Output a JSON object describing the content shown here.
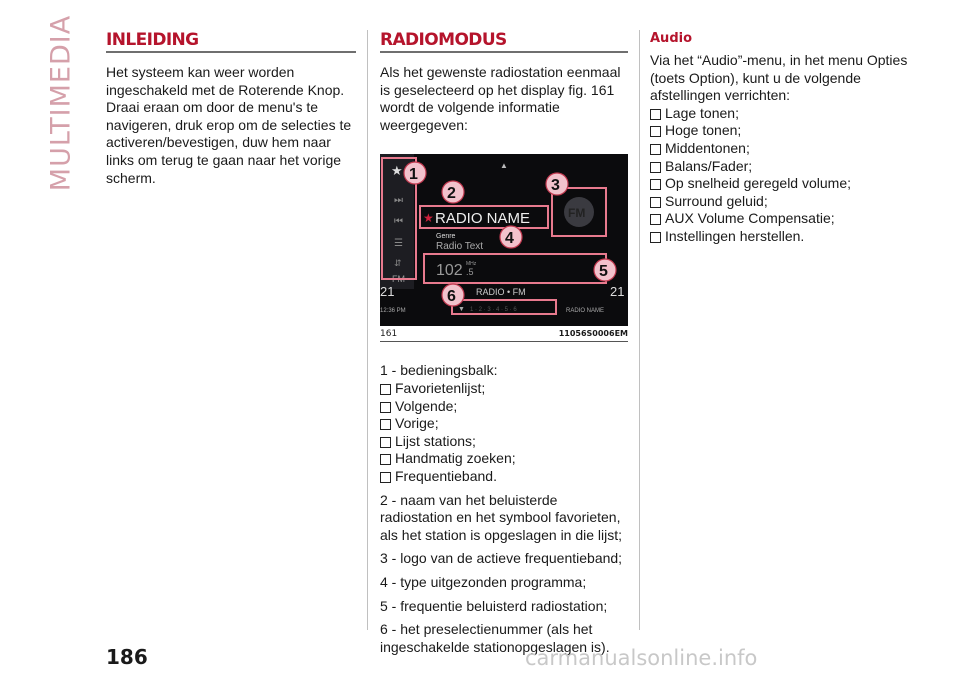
{
  "side_tab": "MULTIMEDIA",
  "inleiding": {
    "title": "INLEIDING",
    "text": "Het systeem kan weer worden ingeschakeld met de Roterende Knop. Draai eraan om door de menu's te navigeren, druk erop om de selecties te activeren/bevestigen, duw hem naar links om terug te gaan naar het vorige scherm."
  },
  "radiomodus": {
    "title": "RADIOMODUS",
    "intro": "Als het gewenste radiostation eenmaal is geselecteerd op het display fig. 161 wordt de volgende informatie weergegeven:",
    "figure": {
      "number": "161",
      "code": "11056S0006EM",
      "screen": {
        "radio_name": "RADIO NAME",
        "genre": "Genre",
        "radio_text": "Radio Text",
        "frequency": "102",
        "freq_unit": "MHz",
        "freq_decimal": ".5",
        "band": "FM",
        "side_band": "FM",
        "footer": "RADIO • FM",
        "temp_left": "21",
        "temp_right": "21",
        "clock": "12:36 PM",
        "bottom_right": "RADIO NAME",
        "callouts": [
          "1",
          "2",
          "3",
          "4",
          "5",
          "6"
        ]
      }
    },
    "item1_title": "1 - bedieningsbalk:",
    "item1_list": [
      "Favorietenlijst;",
      "Volgende;",
      "Vorige;",
      "Lijst stations;",
      "Handmatig zoeken;",
      "Frequentieband."
    ],
    "items": [
      "2 - naam van het beluisterde radiostation en het symbool favorieten, als het station is opgeslagen in die lijst;",
      "3 - logo van de actieve frequentieband;",
      "4 - type uitgezonden programma;",
      "5 - frequentie beluisterd radiostation;",
      "6 - het preselectienummer (als het ingeschakelde stationopgeslagen is)."
    ]
  },
  "audio": {
    "title": "Audio",
    "intro": "Via het “Audio”-menu, in het menu Opties (toets Option), kunt u de volgende afstellingen verrichten:",
    "list": [
      "Lage tonen;",
      "Hoge tonen;",
      "Middentonen;",
      "Balans/Fader;",
      "Op snelheid geregeld volume;",
      "Surround geluid;",
      "AUX Volume Compensatie;",
      "Instellingen herstellen."
    ]
  },
  "page_number": "186",
  "watermark": "carmanualsonline.info",
  "colors": {
    "accent": "#b5142c",
    "callout": "#e87a8e",
    "side_tab": "#d5a0aa"
  }
}
